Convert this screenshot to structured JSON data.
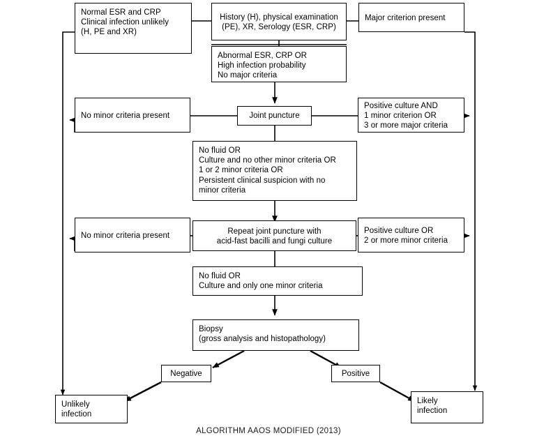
{
  "diagram": {
    "caption": "ALGORITHM AAOS MODIFIED (2013)",
    "colors": {
      "stroke": "#000000",
      "fill": "#ffffff",
      "text": "#000000"
    },
    "nodes": {
      "normal_esr_crp": "Normal ESR and CRP\nClinical infection unlikely\n(H, PE and XR)",
      "history_exam": "History (H), physical examination\n(PE), XR, Serology (ESR, CRP)",
      "major_criterion_present": "Major criterion present",
      "abnormal_esr_crp": "Abnormal ESR, CRP OR\nHigh infection probability\nNo major criteria",
      "no_minor_criteria_1": "No minor criteria present",
      "joint_puncture": "Joint puncture",
      "positive_culture_and": "Positive culture AND\n1 minor criterion OR\n3 or more major criteria",
      "no_fluid_or_long": "No fluid OR\nCulture and no other minor criteria OR\n1 or 2 minor criteria OR\nPersistent clinical suspicion with no\nminor criteria",
      "no_minor_criteria_2": "No minor criteria present",
      "repeat_joint_puncture": "Repeat joint puncture with\nacid-fast bacilli and fungi culture",
      "positive_culture_or": "Positive culture OR\n2 or more minor criteria",
      "no_fluid_or_short": "No fluid OR\nCulture and only one minor criteria",
      "biopsy": "Biopsy\n(gross analysis and histopathology)",
      "negative": "Negative",
      "positive": "Positive",
      "unlikely_infection": "Unlikely\ninfection",
      "likely_infection": "Likely\ninfection"
    }
  }
}
